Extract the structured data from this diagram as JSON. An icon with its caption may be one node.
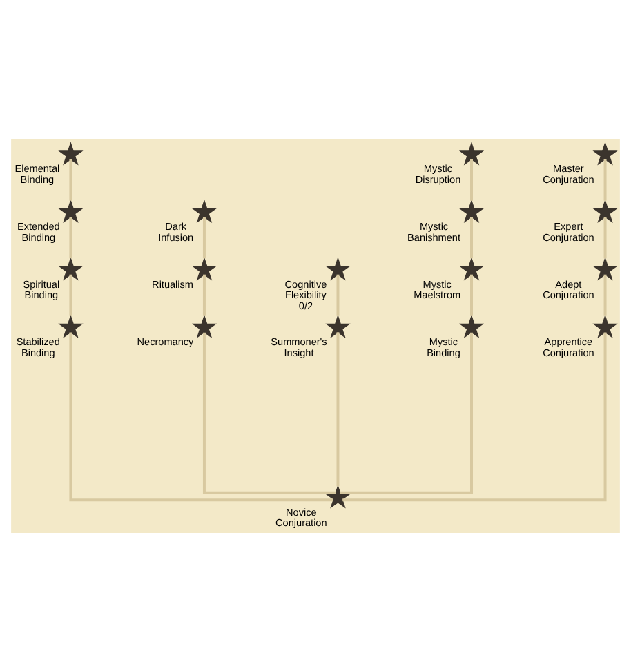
{
  "diagram": {
    "nodes": [
      {
        "text": [
          "Elemental Binding"
        ]
      },
      {
        "text": [
          "Dark Infusion"
        ]
      },
      {
        "text": [
          "Mystic Disruption"
        ]
      },
      {
        "text": [
          "Master Conjuration"
        ]
      },
      {
        "text": [
          "Extended Binding"
        ]
      },
      {
        "text": [
          "Cognitive Flexibility 0/2"
        ]
      },
      {
        "text": [
          "Mystic Banishment"
        ]
      },
      {
        "text": [
          "Expert Conjuration"
        ]
      },
      {
        "text": [
          "Spiritual Binding"
        ]
      },
      {
        "text": [
          "Ritualism"
        ]
      },
      {
        "text": [
          "Mystic Maelstrom"
        ]
      },
      {
        "text": [
          "Adept Conjuration"
        ]
      },
      {
        "text": [
          "Stabilized Binding"
        ]
      },
      {
        "text": [
          "Necromancy"
        ]
      },
      {
        "text": [
          "Summoner's Insight"
        ]
      },
      {
        "text": [
          "Mystic Binding"
        ]
      },
      {
        "text": [
          "Apprentice Conjuration"
        ]
      },
      {
        "text": [
          "Novice Conjuration"
        ]
      }
    ],
    "edges": [
      {
        "from": 17,
        "to": 12,
        "arrow": "none"
      },
      {
        "from": 17,
        "to": 14,
        "arrow": "none"
      },
      {
        "from": 17,
        "to": 13,
        "arrow": "none"
      },
      {
        "from": 17,
        "to": 15,
        "arrow": "none"
      },
      {
        "from": 17,
        "to": 16,
        "arrow": "none"
      },
      {
        "from": 12,
        "to": 8,
        "arrow": "none"
      },
      {
        "from": 8,
        "to": 4,
        "arrow": "none"
      },
      {
        "from": 4,
        "to": 0,
        "arrow": "none"
      },
      {
        "from": 14,
        "to": 5,
        "arrow": "none"
      },
      {
        "from": 13,
        "to": 9,
        "arrow": "none"
      },
      {
        "from": 9,
        "to": 1,
        "arrow": "none"
      },
      {
        "from": 15,
        "to": 10,
        "arrow": "none"
      },
      {
        "from": 10,
        "to": 6,
        "arrow": "none"
      },
      {
        "from": 6,
        "to": 2,
        "arrow": "none"
      },
      {
        "from": 16,
        "to": 11,
        "arrow": "none"
      },
      {
        "from": 11,
        "to": 7,
        "arrow": "none"
      },
      {
        "from": 7,
        "to": 3,
        "arrow": "none"
      }
    ]
  }
}
